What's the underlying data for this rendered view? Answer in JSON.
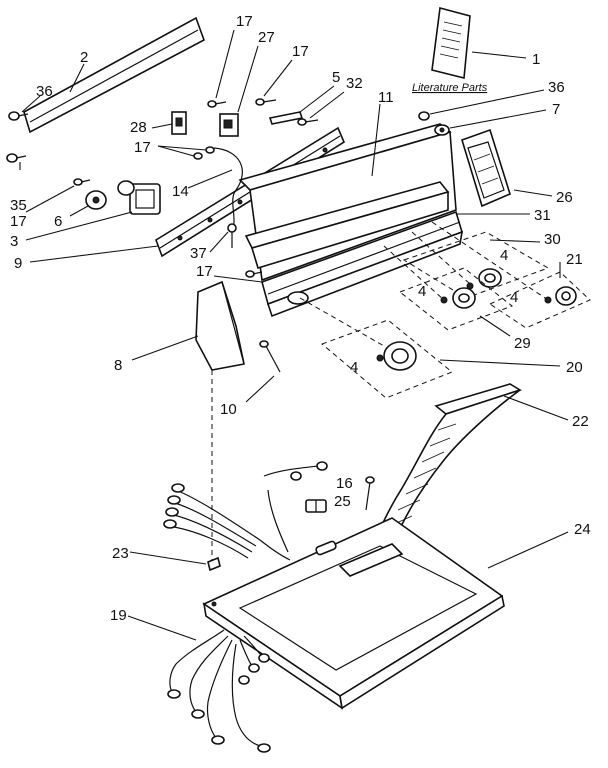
{
  "diagram": {
    "caption": "Literature Parts",
    "callouts": {
      "c1": "1",
      "c2": "2",
      "c36a": "36",
      "c17a": "17",
      "c27": "27",
      "c17b": "17",
      "c5": "5",
      "c32": "32",
      "c11": "11",
      "c36b": "36",
      "c7": "7",
      "c28": "28",
      "c17c": "17",
      "c14": "14",
      "c35": "35",
      "c17d": "17",
      "c6": "6",
      "c3": "3",
      "c26": "26",
      "c31": "31",
      "c30": "30",
      "c37": "37",
      "c9": "9",
      "c4a": "4",
      "c21": "21",
      "c17e": "17",
      "c4b": "4",
      "c4c": "4",
      "c29": "29",
      "c8": "8",
      "c4d": "4",
      "c20": "20",
      "c10": "10",
      "c22": "22",
      "c16": "16",
      "c25": "25",
      "c24": "24",
      "c23": "23",
      "c19": "19"
    }
  }
}
